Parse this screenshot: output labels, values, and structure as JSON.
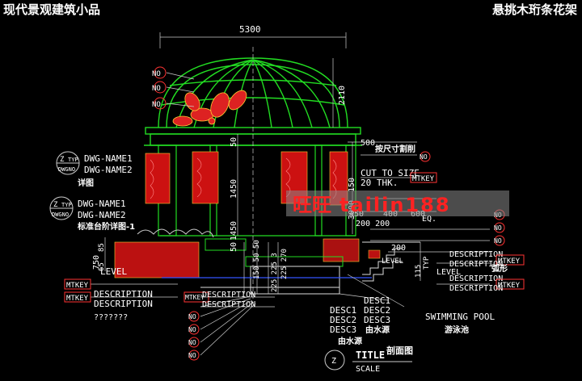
{
  "header": {
    "left_title": "现代景观建筑小品",
    "right_title": "悬挑木珩条花架"
  },
  "dimensions": {
    "width_top": "5300",
    "dome_height": "2110",
    "d_50a": "50",
    "d_1450a": "1450",
    "d_1450b": "1450",
    "d_50b": "50",
    "d_150": "150",
    "d_3000": "3000",
    "d_500": "500",
    "d_450": "450",
    "d_400": "400",
    "d_600": "600",
    "d_200_200": "200 200",
    "eq": "EQ.",
    "d_200": "200",
    "d_85": "85",
    "d_65": "65",
    "d_750": "750",
    "base_stack": "150 50 50",
    "pool_stack": "225 225 3",
    "pool_stack_b": "225 270",
    "d_115": "115"
  },
  "labels": {
    "no": "NO",
    "mtkey": "MTKEY",
    "description": "DESCRIPTION",
    "question": "???????",
    "level": "LEVEL",
    "typ": "TYP",
    "dwg_name1": "DWG-NAME1",
    "dwg_name2": "DWG-NAME2",
    "bubble_z": "Z",
    "bubble_typ": "TYP",
    "bubble_dwgno": "DWGNO",
    "detail": "详图",
    "platform_detail": "标准台阶详图-1",
    "by_size": "按尺寸割削",
    "cut_to_size": "CUT TO SIZE",
    "thk": "20 THK.",
    "desc1": "DESC1",
    "desc2": "DESC2",
    "desc3": "DESC3",
    "by_water": "由水源",
    "by_water2": "由水源",
    "swimming_pool": "SWIMMING POOL",
    "swimming_pool_cn": "游泳池",
    "arch": "弧形",
    "title": "TITLE",
    "section": "剖面图",
    "scale": "SCALE",
    "title_bubble": "Z"
  },
  "watermark": {
    "shop": "旺旺",
    "id": "tailin188"
  },
  "colors": {
    "structure_green": "#22dd22",
    "carving_red": "#dd2222",
    "dimension_white": "#e8e8e8",
    "no_marker_red": "#ff3333",
    "watermark_red": "#ff2222",
    "grey_bar": "#8a8a8a"
  }
}
